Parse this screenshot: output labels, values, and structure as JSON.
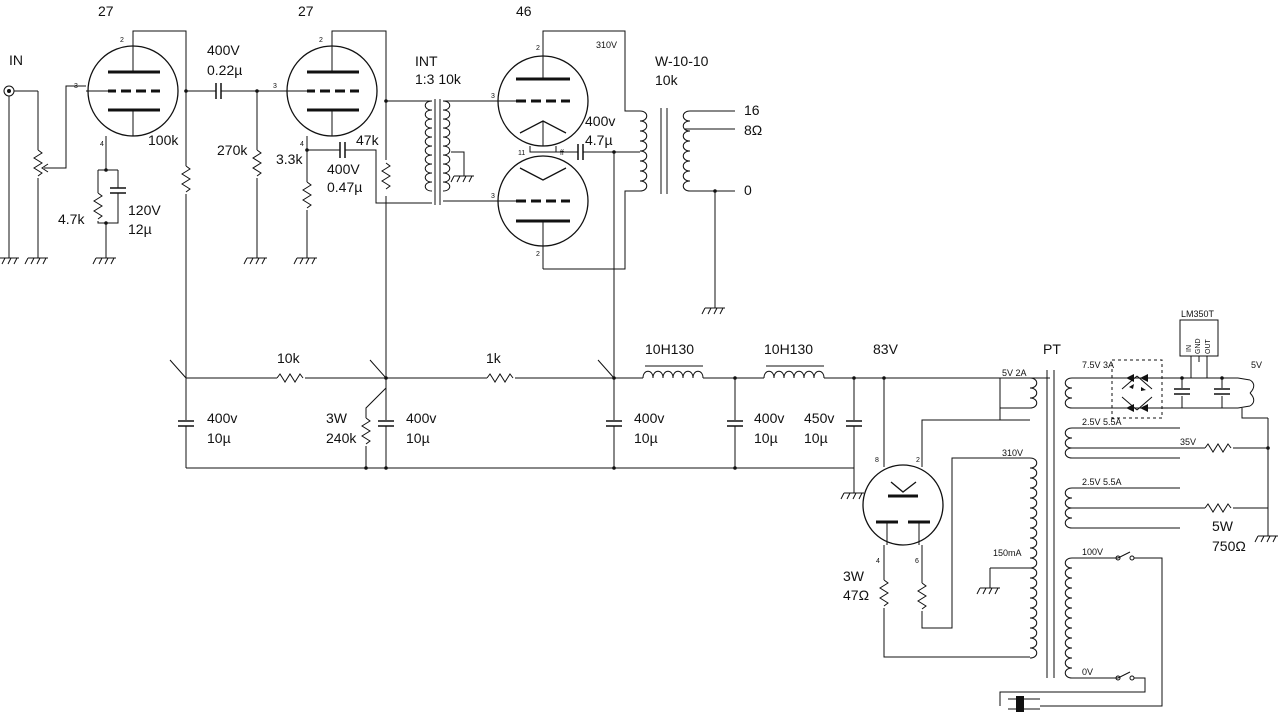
{
  "labels": {
    "in": "IN",
    "v1_type": "27",
    "v2_type": "27",
    "v3_type": "46",
    "c1_v": "400V",
    "c1_c": "0.22µ",
    "r_100k": "100k",
    "r_270k": "270k",
    "r_47k": "47k",
    "r_33k": "3.3k",
    "c2_v": "400V",
    "c2_c": "0.47µ",
    "r_47k_cath": "4.7k",
    "c3_v": "120V",
    "c3_c": "12µ",
    "int_name": "INT",
    "int_ratio": "1:3 10k",
    "b310": "310V",
    "opt_name": "W-10-10",
    "opt_z": "10k",
    "c4_v": "400v",
    "c4_c": "4.7µ",
    "tap16": "16",
    "tap8": "8Ω",
    "tap0": "0",
    "r_10k": "10k",
    "r_1k": "1k",
    "ch1": "10H130",
    "ch2": "10H130",
    "rect_type": "83V",
    "pt": "PT",
    "cf1_v": "400v",
    "cf1_c": "10µ",
    "r240_w": "3W",
    "r240_v": "240k",
    "cf2_v": "400v",
    "cf2_c": "10µ",
    "cf3_v": "400v",
    "cf3_c": "10µ",
    "cf4_v": "400v",
    "cf4_c": "10µ",
    "cf5_v": "450v",
    "cf5_c": "10µ",
    "r47_w": "3W",
    "r47_v": "47Ω",
    "r750_w": "5W",
    "r750_v": "750Ω",
    "reg": "LM350T",
    "reg_in": "IN",
    "reg_gnd": "GND",
    "reg_out": "OUT",
    "w_5v2a": "5V 2A",
    "w_75v3a": "7.5V 3A",
    "w_25v55a_1": "2.5V 5.5A",
    "w_35v": "35V",
    "w_310v": "310V",
    "w_25v55a_2": "2.5V 5.5A",
    "w_150ma": "150mA",
    "w_100v": "100V",
    "w_0v": "0V",
    "out_5v": "5V"
  }
}
